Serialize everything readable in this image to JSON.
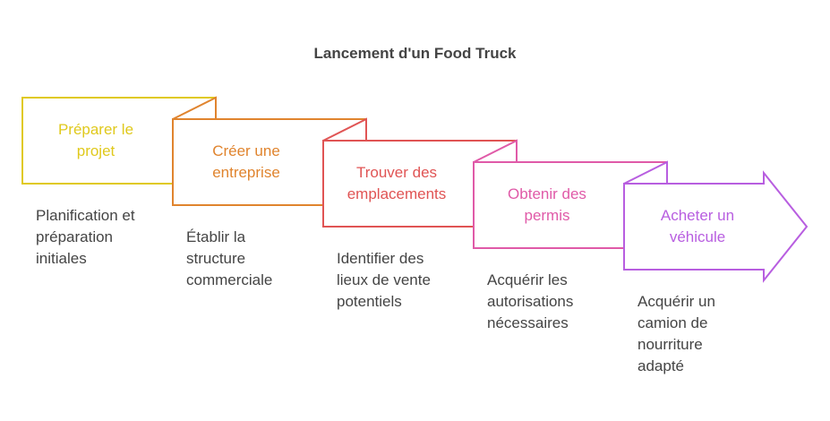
{
  "title": "Lancement d'un Food Truck",
  "steps": [
    {
      "label_line1": "Préparer le",
      "label_line2": "projet",
      "description": [
        "Planification et",
        "préparation",
        "initiales"
      ],
      "color": "#e0c91c"
    },
    {
      "label_line1": "Créer une",
      "label_line2": "entreprise",
      "description": [
        "Établir la",
        "structure",
        "commerciale"
      ],
      "color": "#e0842e"
    },
    {
      "label_line1": "Trouver des",
      "label_line2": "emplacements",
      "description": [
        "Identifier des",
        "lieux de vente",
        "potentiels"
      ],
      "color": "#e05454"
    },
    {
      "label_line1": "Obtenir des",
      "label_line2": "permis",
      "description": [
        "Acquérir les",
        "autorisations",
        "nécessaires"
      ],
      "color": "#e05aa8"
    },
    {
      "label_line1": "Acheter un",
      "label_line2": "véhicule",
      "description": [
        "Acquérir un",
        "camion de",
        "nourriture",
        "adapté"
      ],
      "color": "#b85ee0"
    }
  ]
}
